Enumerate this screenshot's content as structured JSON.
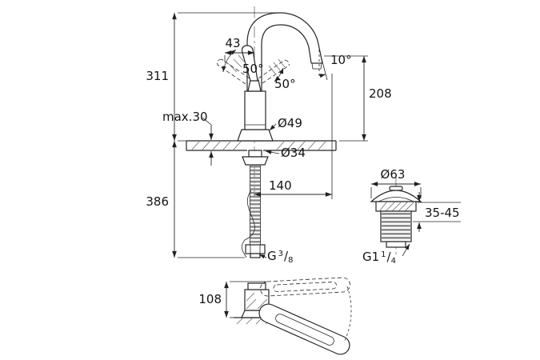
{
  "drawing": {
    "background": "#ffffff",
    "line_color": "#262626",
    "labels": {
      "total_height": "311",
      "below_deck_height": "386",
      "lever_offset": "43",
      "lever_angle_left": "50°",
      "lever_angle_right": "50°",
      "spout_angle": "10°",
      "spout_height": "208",
      "deck_max": "max.30",
      "base_diameter": "Ø49",
      "hole_diameter": "Ø34",
      "reach": "140",
      "drain_diameter": "Ø63",
      "clamp_range": "35-45",
      "side_view_height": "108",
      "supply_thread": {
        "prefix": "G",
        "numerator": "3",
        "separator": "/",
        "denominator": "8"
      },
      "drain_thread": {
        "prefix": "G1",
        "numerator": "1",
        "separator": "/",
        "denominator": "4"
      }
    }
  }
}
